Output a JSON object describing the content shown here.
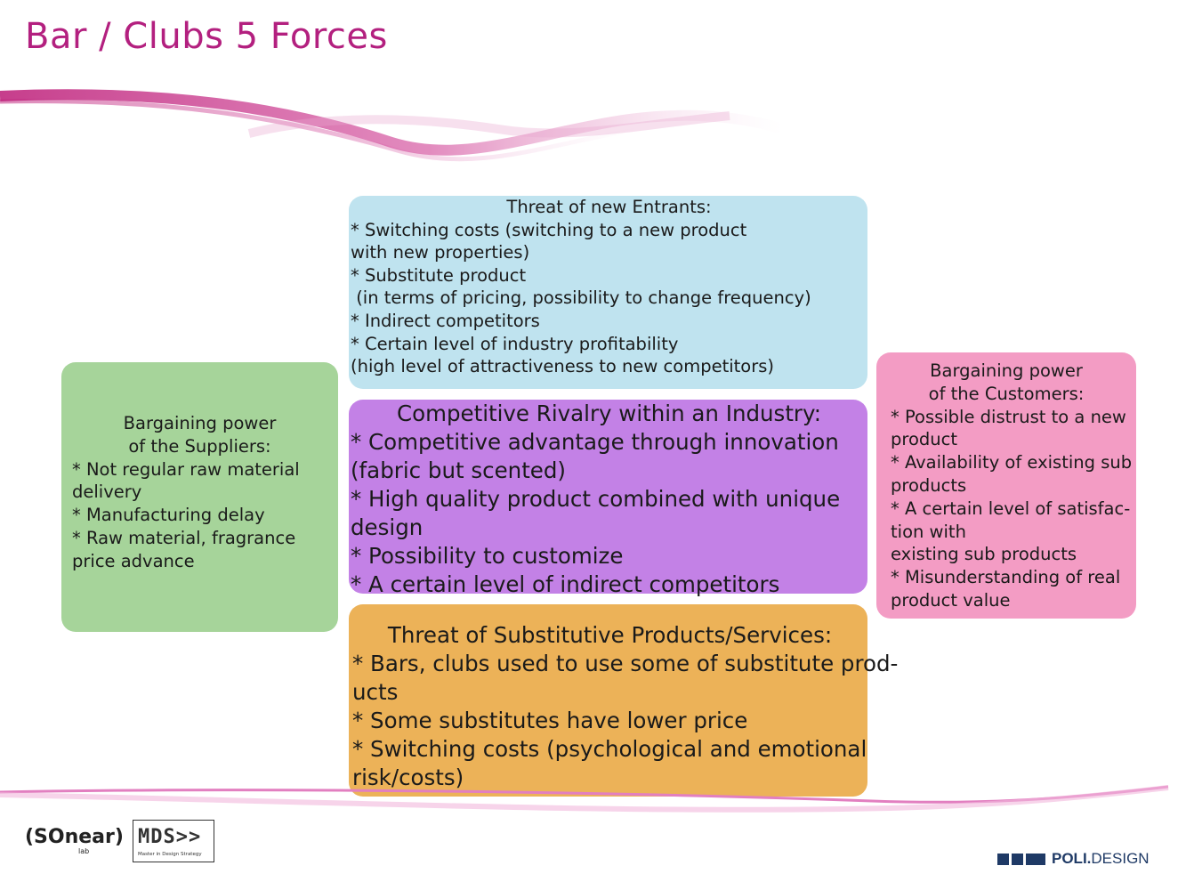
{
  "title": "Bar / Clubs 5 Forces",
  "entrants": {
    "heading": "Threat of new Entrants:",
    "lines": [
      "* Switching costs (switching to a new product",
      "with new properties)",
      "* Substitute product",
      " (in terms of pricing, possibility to change frequency)",
      "* Indirect competitors",
      "* Certain level of industry profitability",
      "(high level of attractiveness to new competitors)"
    ]
  },
  "rivalry": {
    "heading": "Competitive Rivalry within an Industry:",
    "lines": [
      "* Competitive advantage through innovation",
      "(fabric but scented)",
      "* High quality product combined with unique",
      "design",
      "* Possibility to customize",
      "* A certain level of indirect competitors"
    ]
  },
  "substitutes": {
    "heading": "Threat of Substitutive Products/Services:",
    "lines": [
      "* Bars, clubs used to use some of substitute prod-",
      "ucts",
      "* Some substitutes have lower price",
      "* Switching costs (psychological and emotional",
      "risk/costs)"
    ]
  },
  "suppliers": {
    "heading_1": "Bargaining power",
    "heading_2": "of the Suppliers:",
    "lines": [
      "* Not regular raw material",
      "delivery",
      "* Manufacturing delay",
      "* Raw material, fragrance",
      "price advance"
    ]
  },
  "customers": {
    "heading_1": "Bargaining power",
    "heading_2": "of the Customers:",
    "lines": [
      "* Possible distrust to a new",
      "product",
      "* Availability of existing sub",
      "products",
      "* A certain level of satisfac-",
      "tion with",
      "existing sub products",
      "* Misunderstanding of real",
      "product value"
    ]
  },
  "logos": {
    "sonear": "(SOnear)",
    "sonear_sub": "lab",
    "mds": "MDS>>",
    "mds_caption": "Master in Design Strategy",
    "poli": "POLI.",
    "design": "DESIGN"
  },
  "colors": {
    "title": "#b3207f",
    "entrants": "#bfe3ef",
    "rivalry": "#c381e6",
    "substitutes": "#ecb258",
    "suppliers": "#a6d49a",
    "customers": "#f39cc4"
  }
}
